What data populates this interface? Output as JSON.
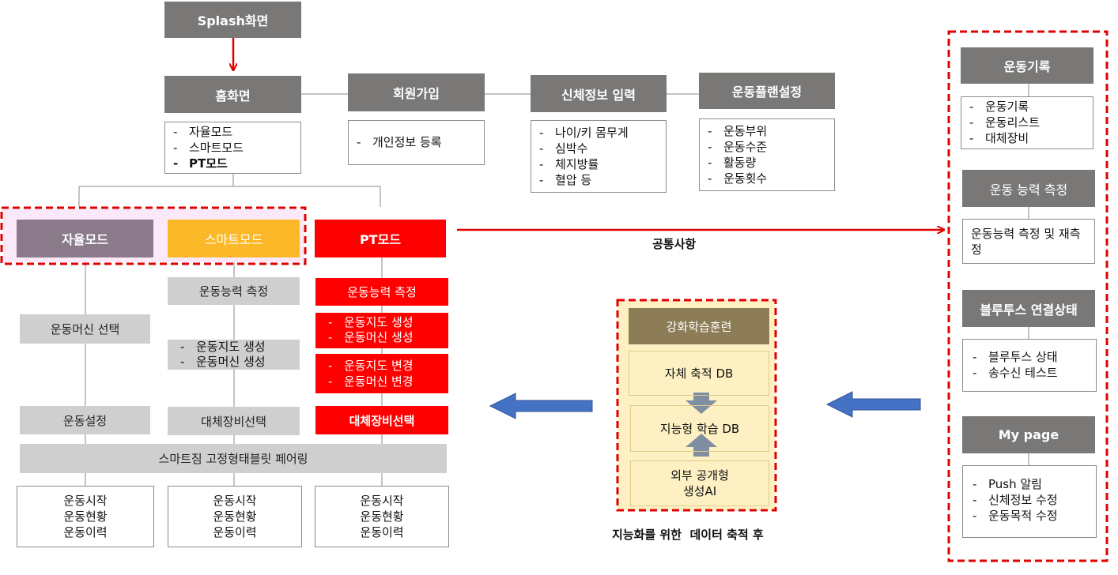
{
  "top": {
    "splash": "Splash화면",
    "home": "홈화면",
    "home_items": [
      "자율모드",
      "스마트모드",
      "PT모드"
    ],
    "signup": "회원가입",
    "signup_items": [
      "개인정보 등록"
    ],
    "body_info": "신체정보 입력",
    "body_info_items": [
      "나이/키 몸무게",
      "심박수",
      "체지방률",
      "혈압 등"
    ],
    "plan": "운동플랜설정",
    "plan_items": [
      "운동부위",
      "운동수준",
      "활동량",
      "운동횟수"
    ]
  },
  "modes": {
    "free": "자율모드",
    "smart": "스마트모드",
    "pt": "PT모드",
    "common_label": "공통사항"
  },
  "free_col": {
    "machine": "운동머신 선택",
    "setting": "운동설정"
  },
  "smart_col": {
    "measure": "운동능력 측정",
    "gen_items": [
      "운동지도 생성",
      "운동머신 생성"
    ],
    "alt": "대체장비선택"
  },
  "pt_col": {
    "measure": "운동능력 측정",
    "gen_items": [
      "운동지도 생성",
      "운동머신 생성"
    ],
    "change_items": [
      "운동지도 변경",
      "운동머신 변경"
    ],
    "alt": "대체장비선택"
  },
  "pairing": "스마트짐 고정형태블릿 페어링",
  "results": [
    [
      "운동시작",
      "운동현황",
      "운동이력"
    ],
    [
      "운동시작",
      "운동현황",
      "운동이력"
    ],
    [
      "운동시작",
      "운동현황",
      "운동이력"
    ]
  ],
  "ai": {
    "title": "강화학습훈련",
    "db1": "자체 축적 DB",
    "db2": "지능형 학습 DB",
    "db3_line1": "외부 공개형",
    "db3_line2": "생성AI",
    "caption": "지능화를 위한  데이터 축적 후"
  },
  "right": {
    "record": "운동기록",
    "record_items": [
      "운동기록",
      "운동리스트",
      "대체장비"
    ],
    "ability": "운동 능력 측정",
    "ability_text": "운동능력 측정 및 재측정",
    "bt": "블루투스 연결상태",
    "bt_items": [
      "블루투스 상태",
      "송수신 테스트"
    ],
    "mypage": "My page",
    "mypage_items": [
      "Push 알림",
      "신체정보 수정",
      "운동목적 수정"
    ]
  },
  "colors": {
    "gray_header": "#7a7877",
    "free_mode": "#8a7a8a",
    "smart_mode": "#fbb929",
    "pt_red": "#ff0000",
    "dash_red": "#e00000",
    "ai_bg": "#fdf1c4",
    "ai_title": "#8c7d57",
    "arrow_blue": "#4472c4"
  }
}
